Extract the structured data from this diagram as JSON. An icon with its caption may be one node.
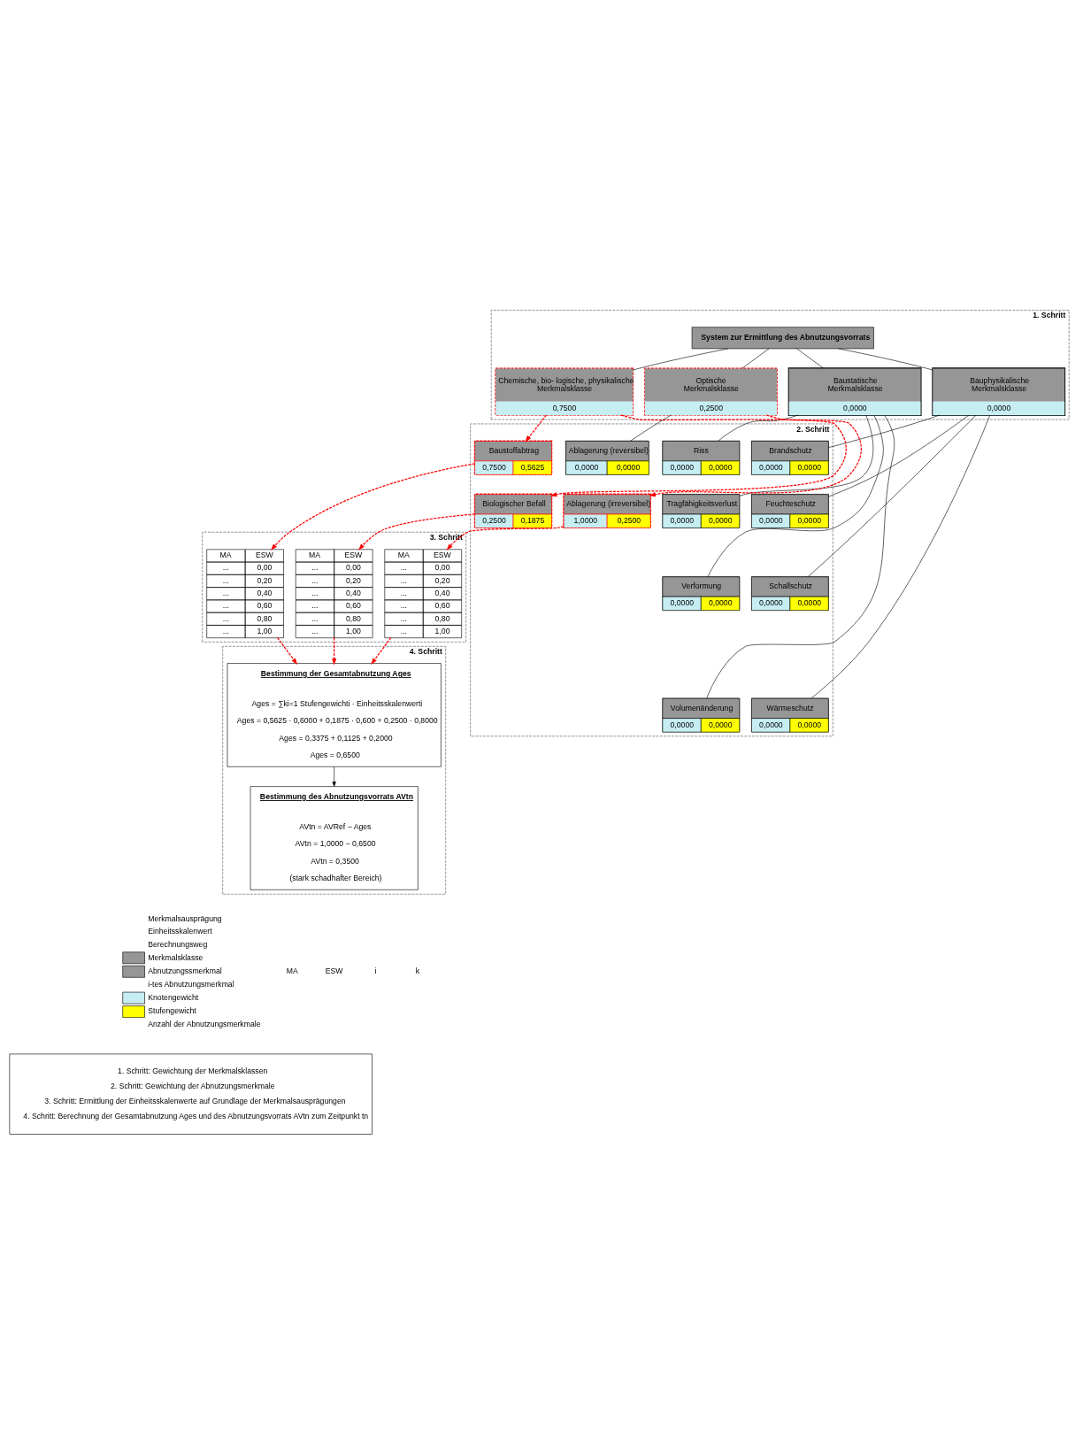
{
  "diagram": {
    "nodes": [
      {
        "text": [
          "1. Schritt"
        ]
      },
      {
        "text": [
          "System zur Ermittlung des Abnutzungsvorrats"
        ],
        "in": 0
      },
      {
        "text": [
          "Baustatische Merkmalsklasse",
          "0,0000"
        ],
        "in": 0
      },
      {
        "text": [
          "Chemische, bio- logische, physikalische Merkmalsklasse",
          "0,7500"
        ],
        "in": 0
      },
      {
        "text": [
          "Bauphysikalische Merkmalsklasse",
          "0,0000"
        ],
        "in": 0
      },
      {
        "text": [
          "Optische Merkmalsklasse",
          "0,2500"
        ],
        "in": 0
      },
      {
        "text": [
          "2. Schritt"
        ]
      },
      {
        "text": [
          "Riss",
          "0,0000",
          "0,0000"
        ],
        "in": 6
      },
      {
        "text": [
          "Tragfähigkeitsverlust",
          "0,0000",
          "0,0000"
        ],
        "in": 6
      },
      {
        "text": [
          "Verformung",
          "0,0000",
          "0,0000"
        ],
        "in": 6
      },
      {
        "text": [
          "Volumenänderung",
          "0,0000",
          "0,0000"
        ],
        "in": 6
      },
      {
        "text": [
          "Baustoffabtrag",
          "0,7500",
          "0,5625"
        ],
        "in": 6
      },
      {
        "text": [
          "Biologischer Befall",
          "0,2500",
          "0,1875"
        ],
        "in": 6
      },
      {
        "text": [
          "Brandschutz",
          "0,0000",
          "0,0000"
        ],
        "in": 6
      },
      {
        "text": [
          "Feuchteschutz",
          "0,0000",
          "0,0000"
        ],
        "in": 6
      },
      {
        "text": [
          "Schallschutz",
          "0,0000",
          "0,0000"
        ],
        "in": 6
      },
      {
        "text": [
          "Wärmeschutz",
          "0,0000",
          "0,0000"
        ],
        "in": 6
      },
      {
        "text": [
          "Ablagerung (reversibel)",
          "0,0000",
          "0,0000"
        ],
        "in": 6
      },
      {
        "text": [
          "Ablagerung (irreversibel)",
          "1,0000",
          "0,2500"
        ],
        "in": 6
      },
      {
        "text": [
          "3. Schritt"
        ]
      },
      {
        "text": [
          "MA",
          "ESW",
          "...",
          "0,00",
          "...",
          "0,20",
          "...",
          "0,40",
          "...",
          "0,60",
          "...",
          "0,80",
          "...",
          "1,00"
        ],
        "in": 19
      },
      {
        "text": [
          "MA",
          "ESW",
          "...",
          "0,00",
          "...",
          "0,20",
          "...",
          "0,40",
          "...",
          "0,60",
          "...",
          "0,80",
          "...",
          "1,00"
        ],
        "in": 19
      },
      {
        "text": [
          "MA",
          "ESW",
          "...",
          "0,00",
          "...",
          "0,20",
          "...",
          "0,40",
          "...",
          "0,60",
          "...",
          "0,80",
          "...",
          "1,00"
        ],
        "in": 19
      },
      {
        "text": [
          "4. Schritt"
        ]
      },
      {
        "text": [
          "Bestimmung der Gesamtabnutzung Ages",
          "Ages = ∑ki=1 Stufengewichti · Einheitsskalenwerti",
          "Ages = 0,5625 · 0,6000 + 0,1875 · 0,600 + 0,2500 · 0,8000",
          "Ages = 0,3375 + 0,1125 + 0,2000",
          "Ages = 0,6500"
        ],
        "in": 23
      },
      {
        "text": [
          "Bestimmung des Abnutzungsvorrats AVtn",
          "AVtn = AVRef − Ages",
          "AVtn = 1,0000 − 0,6500",
          "AVtn = 0,3500",
          "(stark schadhafter Bereich)"
        ],
        "in": 23
      },
      {
        "text": [
          "1. Schritt: Gewichtung der Merkmalsklassen",
          "2. Schritt: Gewichtung der Abnutzungsmerkmale",
          "3. Schritt: Ermittlung der Einheitsskalenwerte auf Grundlage der Merkmalsausprägungen",
          "4. Schritt: Berechnung der Gesamtabnutzung Ages und des Abnutzungsvorrats AVtn zum Zeitpunkt tn"
        ]
      }
    ],
    "edges": [
      {
        "from": 1,
        "to": 2,
        "arrow": "none"
      },
      {
        "from": 1,
        "to": 3,
        "arrow": "none"
      },
      {
        "from": 1,
        "to": 4,
        "arrow": "none"
      },
      {
        "from": 1,
        "to": 5,
        "arrow": "none"
      },
      {
        "from": 2,
        "to": 7,
        "arrow": "none"
      },
      {
        "from": 2,
        "to": 8,
        "arrow": "none"
      },
      {
        "from": 2,
        "to": 9,
        "arrow": "none"
      },
      {
        "from": 2,
        "to": 10,
        "arrow": "none"
      },
      {
        "from": 3,
        "to": 11,
        "arrow": "to",
        "style": "dashed",
        "color": "#ff0000"
      },
      {
        "from": 3,
        "to": 12,
        "arrow": "to",
        "style": "dashed",
        "color": "#ff0000"
      },
      {
        "from": 4,
        "to": 13,
        "arrow": "none"
      },
      {
        "from": 4,
        "to": 14,
        "arrow": "none"
      },
      {
        "from": 4,
        "to": 15,
        "arrow": "none"
      },
      {
        "from": 4,
        "to": 16,
        "arrow": "none"
      },
      {
        "from": 5,
        "to": 17,
        "arrow": "none"
      },
      {
        "from": 5,
        "to": 18,
        "arrow": "to",
        "style": "dashed",
        "color": "#ff0000"
      },
      {
        "from": 12,
        "to": 20,
        "arrow": "to",
        "style": "dashed",
        "color": "#ff0000"
      },
      {
        "from": 11,
        "to": 21,
        "arrow": "to",
        "style": "dashed",
        "color": "#ff0000"
      },
      {
        "from": 18,
        "to": 22,
        "arrow": "to",
        "style": "dashed",
        "color": "#ff0000"
      },
      {
        "from": 20,
        "to": 24,
        "arrow": "to",
        "style": "dashed",
        "color": "#ff0000"
      },
      {
        "from": 21,
        "to": 24,
        "arrow": "to",
        "style": "dashed",
        "color": "#ff0000"
      },
      {
        "from": 22,
        "to": 24,
        "arrow": "to",
        "style": "dashed",
        "color": "#ff0000"
      },
      {
        "from": 24,
        "to": 25,
        "arrow": "to"
      }
    ],
    "labels": [
      "MA",
      "ESW",
      "i",
      "k"
    ],
    "legend": [
      {
        "text": "Merkmalsausprägung"
      },
      {
        "text": "Einheitsskalenwert"
      },
      {
        "text": "Berechnungsweg"
      },
      {
        "text": "Merkmalsklasse",
        "color": "#969696"
      },
      {
        "text": "Abnutzungssmerkmal",
        "color": "#969696"
      },
      {
        "text": "i-tes Abnutzungsmerkmal"
      },
      {
        "text": "Knotengewicht",
        "color": "#c6eef2"
      },
      {
        "text": "Stufengewicht",
        "color": "#ffff00"
      },
      {
        "text": "Anzahl der Abnutzungsmerkmale"
      }
    ]
  }
}
